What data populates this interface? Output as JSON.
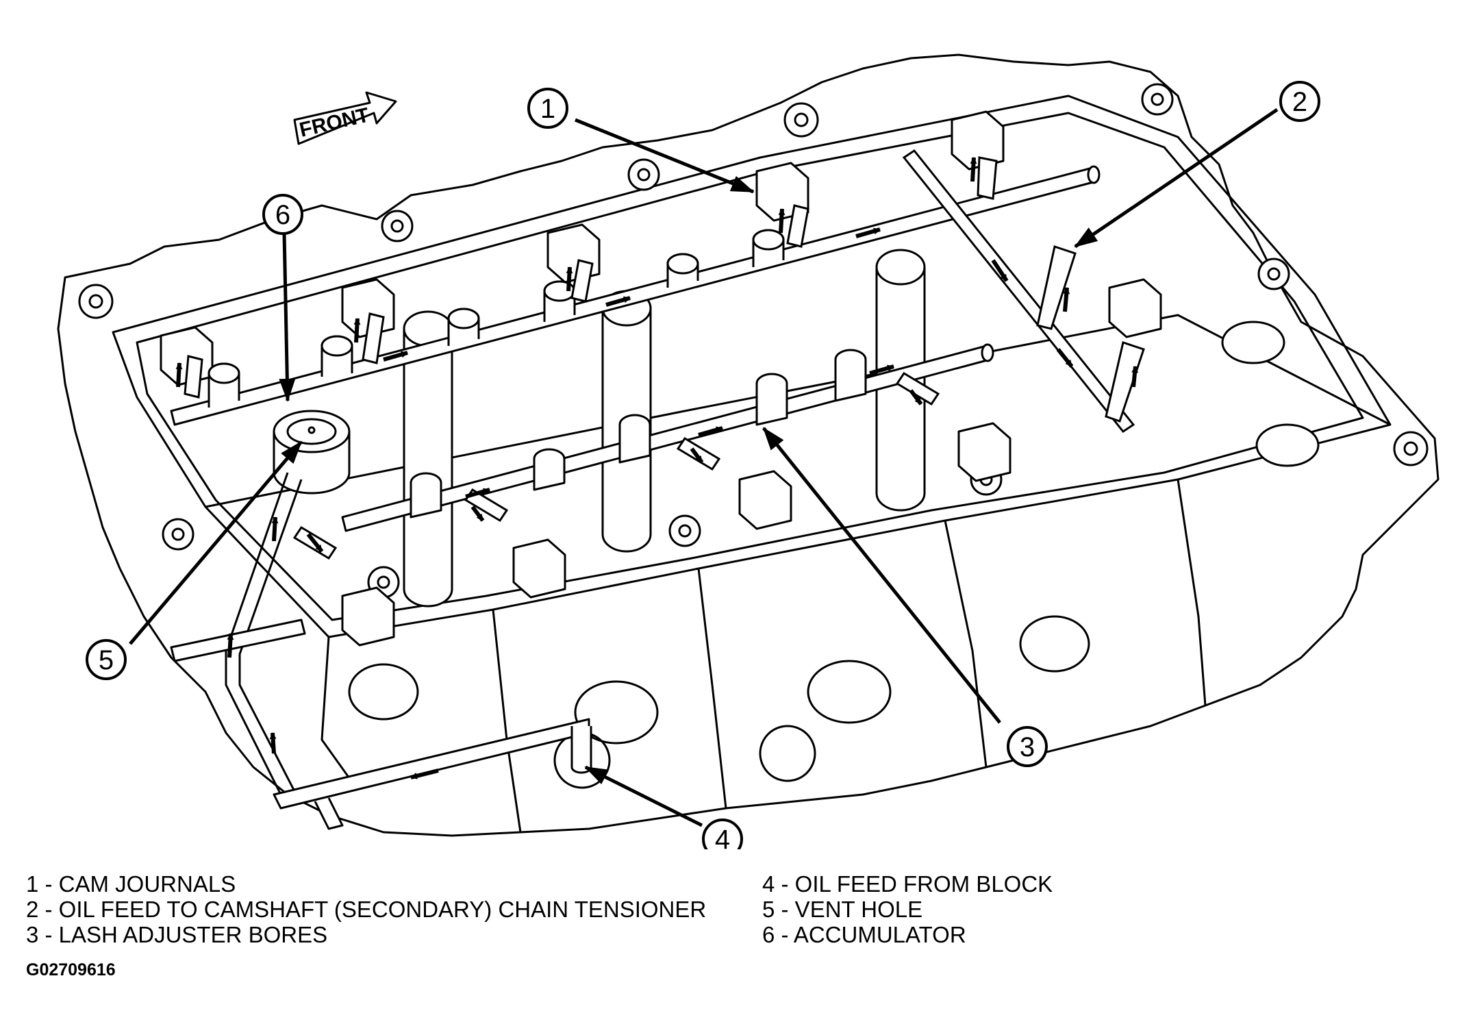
{
  "front_label": "FRONT",
  "callouts": [
    {
      "number": "1"
    },
    {
      "number": "2"
    },
    {
      "number": "3"
    },
    {
      "number": "4"
    },
    {
      "number": "5"
    },
    {
      "number": "6"
    }
  ],
  "legend_left": [
    "1 - CAM JOURNALS",
    "2 - OIL FEED TO CAMSHAFT (SECONDARY) CHAIN TENSIONER",
    "3 - LASH ADJUSTER BORES"
  ],
  "legend_right": [
    "4 - OIL FEED FROM BLOCK",
    "5 - VENT HOLE",
    "6 - ACCUMULATOR"
  ],
  "figure_id": "G02709616"
}
